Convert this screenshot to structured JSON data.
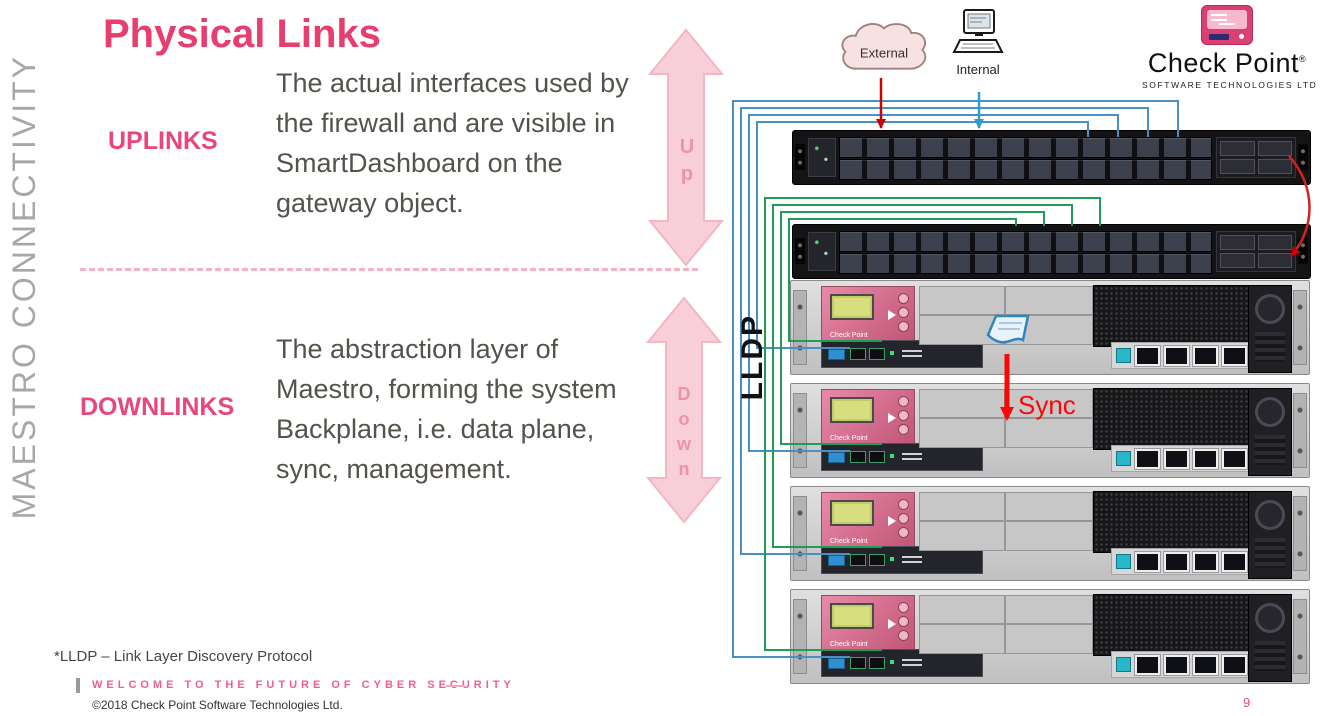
{
  "slide": {
    "vertical_title": "MAESTRO CONNECTIVITY",
    "title": "Physical Links",
    "uplinks": {
      "label": "UPLINKS",
      "text": "The actual interfaces used by the firewall and are visible in SmartDashboard on the gateway object."
    },
    "downlinks": {
      "label": "DOWNLINKS",
      "text": "The abstraction layer of Maestro, forming the system Backplane, i.e. data plane, sync, management."
    },
    "up_arrow_label": "Up",
    "down_arrow_label": "Down",
    "lldp_vertical_label": "LLDP",
    "footnote": "*LLDP – Link Layer Discovery Protocol",
    "footer_tagline": "WELCOME TO THE FUTURE OF CYBER SECURITY",
    "copyright": "©2018 Check Point Software Technologies Ltd.",
    "page_number": "9"
  },
  "diagram": {
    "external_label": "External",
    "internal_label": "Internal",
    "sync_label": "Sync",
    "appliance_brand": "Check Point"
  },
  "logo": {
    "name": "Check Point",
    "registered": "®",
    "subtitle": "SOFTWARE TECHNOLOGIES LTD"
  },
  "colors": {
    "brand_pink": "#e8477d",
    "title_pink": "#e73d6f",
    "arrow_pink_fill": "#f8cfd9",
    "arrow_pink_stroke": "#f2b6c5",
    "body_text_gray": "#55524c",
    "vertical_title_gray": "#a7a7a7",
    "uplink_line_blue": "#4a90c4",
    "downlink_line_green": "#1f9d55",
    "sync_red": "#ff0606",
    "external_arrow_red": "#cf0000",
    "internal_arrow_blue": "#2f9cd0"
  }
}
